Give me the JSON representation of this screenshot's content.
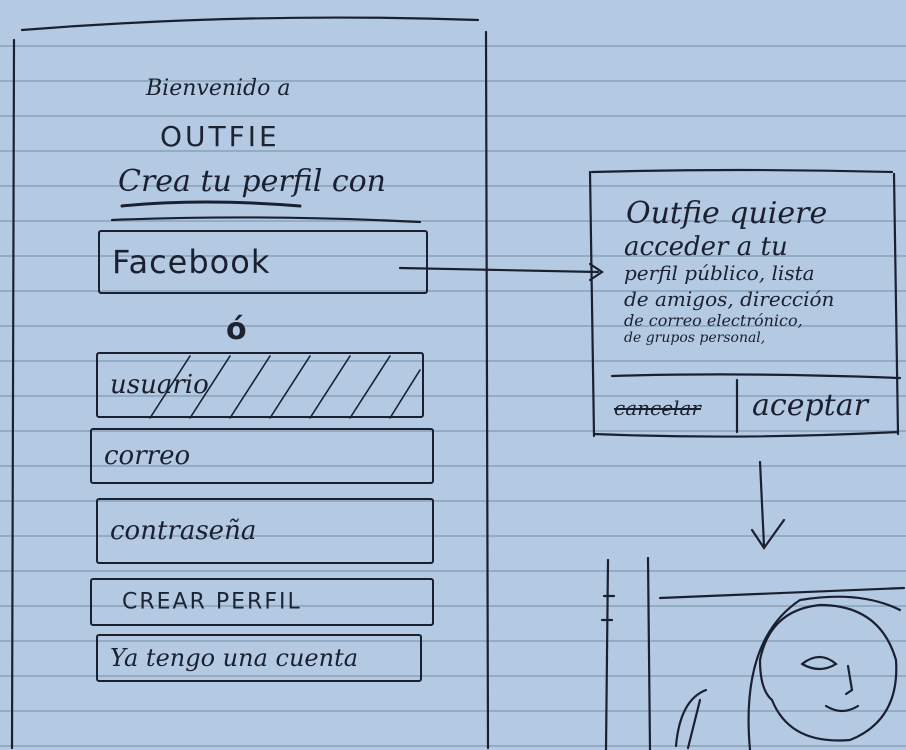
{
  "screen1": {
    "welcome": "Bienvenido a",
    "app_name": "OUTFIE",
    "create_profile_prompt": "Crea tu perfil con",
    "facebook_button": "Facebook",
    "or_label": "ó",
    "username_field": "usuario",
    "email_field": "correo",
    "password_field": "contraseña",
    "create_profile_button": "CREAR PERFIL",
    "have_account_link": "Ya tengo una cuenta"
  },
  "screen2": {
    "permission_title": "Outfie quiere",
    "permission_text_lines": [
      "acceder a tu",
      "perfil público, lista",
      "de amigos, dirección",
      "de correo electrónico,",
      "de grupos personal,"
    ],
    "cancel_button": "cancelar",
    "accept_button": "aceptar"
  }
}
